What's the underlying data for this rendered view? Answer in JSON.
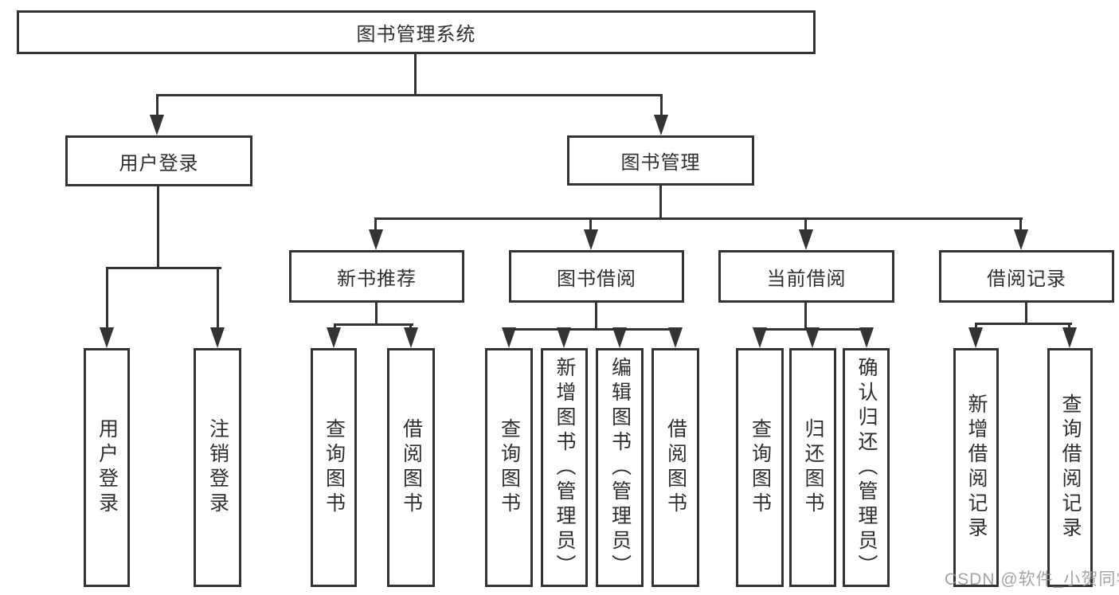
{
  "tree": {
    "root": "图书管理系统",
    "user": {
      "label": "用户登录",
      "children": [
        "用户登录",
        "注销登录"
      ]
    },
    "mgmt": {
      "label": "图书管理",
      "groups": [
        {
          "label": "新书推荐",
          "children": [
            "查询图书",
            "借阅图书"
          ]
        },
        {
          "label": "图书借阅",
          "children": [
            "查询图书",
            "新增图书（管理员）",
            "编辑图书（管理员）",
            "借阅图书"
          ]
        },
        {
          "label": "当前借阅",
          "children": [
            "查询图书",
            "归还图书",
            "确认归还（管理员）"
          ]
        },
        {
          "label": "借阅记录",
          "children": [
            "新增借阅记录",
            "查询借阅记录"
          ]
        }
      ]
    }
  },
  "watermark": "CSDN @软件_小贺同学",
  "colors": {
    "line": "#333333",
    "background": "#ffffff",
    "watermark": "#94949a"
  }
}
